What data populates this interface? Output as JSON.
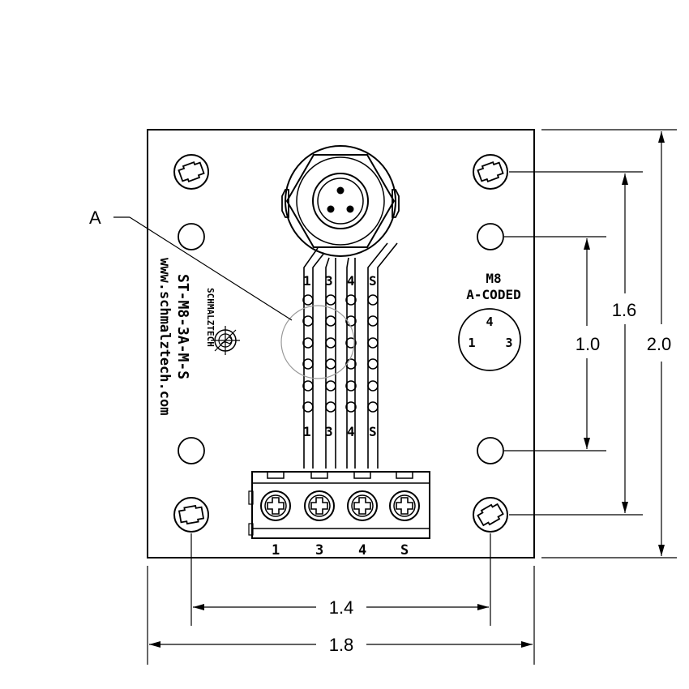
{
  "callout": {
    "letter": "A"
  },
  "board": {
    "brand": "SCHMALZTECH",
    "part_number": "ST-M8-3A-M-S",
    "website": "www.schmalztech.com",
    "connector_title": "M8",
    "connector_subtitle": "A-CODED",
    "connector_pins": [
      "4",
      "1",
      "3"
    ],
    "trace_labels_top": [
      "1",
      "3",
      "4",
      "S"
    ],
    "trace_labels_bottom": [
      "1",
      "3",
      "4",
      "S"
    ],
    "terminal_labels": [
      "1",
      "3",
      "4",
      "S"
    ]
  },
  "dimensions": {
    "overall_height": "2.0",
    "screw_spacing_vertical": "1.6",
    "hole_spacing_vertical": "1.0",
    "screw_spacing_horizontal": "1.4",
    "overall_width": "1.8"
  }
}
